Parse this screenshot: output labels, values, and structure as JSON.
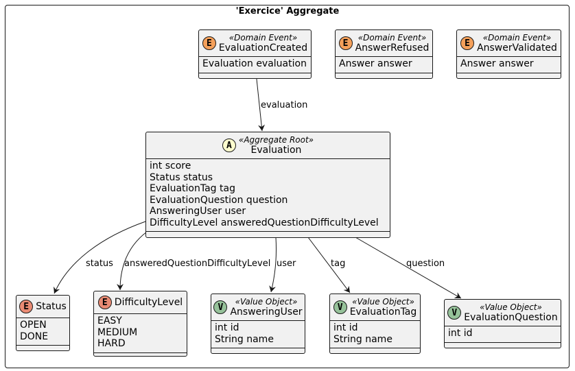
{
  "aggregate": {
    "title": "'Exercice' Aggregate"
  },
  "classes": {
    "evaluation_created": {
      "stereotype": "«Domain Event»",
      "name": "EvaluationCreated",
      "badge": "E",
      "fields": [
        "Evaluation evaluation"
      ]
    },
    "answer_refused": {
      "stereotype": "«Domain Event»",
      "name": "AnswerRefused",
      "badge": "E",
      "fields": [
        "Answer answer"
      ]
    },
    "answer_validated": {
      "stereotype": "«Domain Event»",
      "name": "AnswerValidated",
      "badge": "E",
      "fields": [
        "Answer answer"
      ]
    },
    "evaluation": {
      "stereotype": "«Aggregate Root»",
      "name": "Evaluation",
      "badge": "A",
      "fields": [
        "int score",
        "Status status",
        "EvaluationTag tag",
        "EvaluationQuestion question",
        "AnsweringUser user",
        "DifficultyLevel answeredQuestionDifficultyLevel"
      ]
    },
    "status": {
      "name": "Status",
      "badge": "E",
      "fields": [
        "OPEN",
        "DONE"
      ]
    },
    "difficulty_level": {
      "name": "DifficultyLevel",
      "badge": "E",
      "fields": [
        "EASY",
        "MEDIUM",
        "HARD"
      ]
    },
    "answering_user": {
      "stereotype": "«Value Object»",
      "name": "AnsweringUser",
      "badge": "V",
      "fields": [
        "int id",
        "String name"
      ]
    },
    "evaluation_tag": {
      "stereotype": "«Value Object»",
      "name": "EvaluationTag",
      "badge": "V",
      "fields": [
        "int id",
        "String name"
      ]
    },
    "evaluation_question": {
      "stereotype": "«Value Object»",
      "name": "EvaluationQuestion",
      "badge": "V",
      "fields": [
        "int id"
      ]
    }
  },
  "edges": {
    "evaluation": "evaluation",
    "status": "status",
    "difficulty": "answeredQuestionDifficultyLevel",
    "user": "user",
    "tag": "tag",
    "question": "question"
  },
  "colors": {
    "domain_event": "#f5a05a",
    "aggregate_root": "#fefece",
    "enum": "#e98b74",
    "value_object": "#96c29a",
    "box_fill": "#f1f1f1",
    "line": "#181818"
  }
}
